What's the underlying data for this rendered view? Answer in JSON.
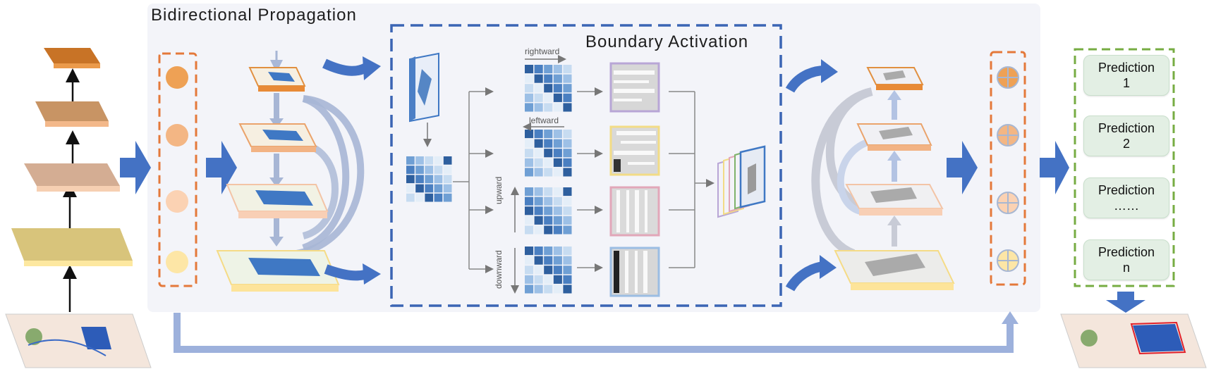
{
  "titles": {
    "bidirectional": "Bidirectional Propagation",
    "boundary": "Boundary Activation"
  },
  "directions": {
    "rightward": "rightward",
    "leftward": "leftward",
    "upward": "upward",
    "downward": "downward"
  },
  "predictions": [
    {
      "line1": "Prediction",
      "line2": "1"
    },
    {
      "line1": "Prediction",
      "line2": "2"
    },
    {
      "line1": "Prediction",
      "line2": "……"
    },
    {
      "line1": "Prediction",
      "line2": "n"
    }
  ],
  "colors": {
    "panel_bg": "#f3f4f9",
    "panel_border_blue": "#3b65b4",
    "orange_dash": "#e4793a",
    "green_dash": "#77ac43",
    "arrow_blue": "#4472c4",
    "skip_arrow": "#9db1dc",
    "feature_gray_arrow": "#b8c2d9"
  }
}
